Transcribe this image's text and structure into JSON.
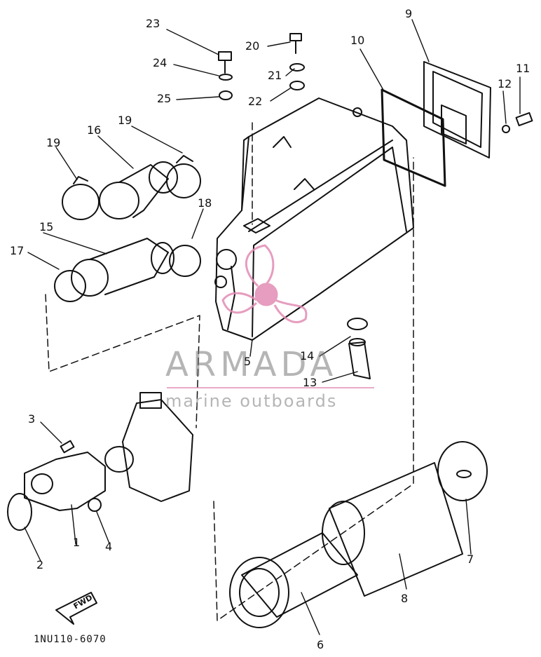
{
  "watermark": {
    "brand": "ARMADA",
    "tagline": "marine outboards",
    "accent_color": "#e28cb4"
  },
  "diagram_code": "1NU110-6070",
  "fwd_label": "FWD",
  "part_labels": {
    "p1": "1",
    "p2": "2",
    "p3": "3",
    "p4": "4",
    "p5": "5",
    "p6": "6",
    "p7": "7",
    "p8": "8",
    "p9": "9",
    "p10": "10",
    "p11": "11",
    "p12": "12",
    "p13": "13",
    "p14": "14",
    "p15": "15",
    "p16": "16",
    "p17": "17",
    "p18": "18",
    "p19a": "19",
    "p19b": "19",
    "p20": "20",
    "p21": "21",
    "p22": "22",
    "p23": "23",
    "p24": "24",
    "p25": "25"
  }
}
